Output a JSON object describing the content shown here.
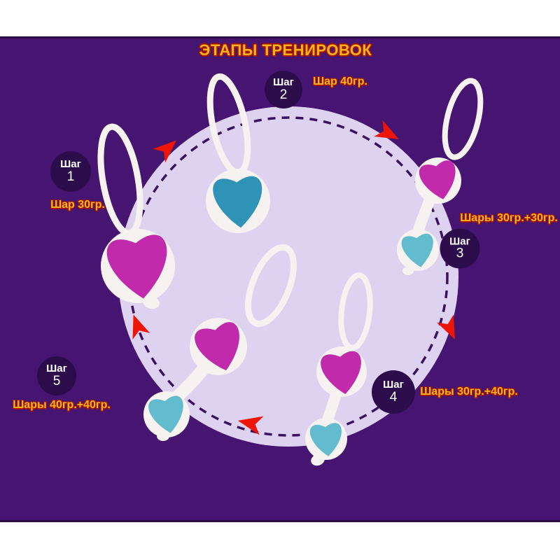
{
  "title": "ЭТАПЫ ТРЕНИРОВОК",
  "diagram": {
    "type": "cycle",
    "direction": "clockwise",
    "steps": [
      {
        "label": "Шаг",
        "number": "1",
        "weight": "Шар 30гр.",
        "balls": [
          "magenta"
        ]
      },
      {
        "label": "Шаг",
        "number": "2",
        "weight": "Шар 40гр.",
        "balls": [
          "teal"
        ]
      },
      {
        "label": "Шаг",
        "number": "3",
        "weight": "Шары 30гр.+30гр.",
        "balls": [
          "magenta",
          "teal"
        ]
      },
      {
        "label": "Шаг",
        "number": "4",
        "weight": "Шары 30гр.+40гр.",
        "balls": [
          "magenta",
          "teal"
        ]
      },
      {
        "label": "Шаг",
        "number": "5",
        "weight": "Шары 40гр.+40гр.",
        "balls": [
          "magenta",
          "teal"
        ]
      }
    ],
    "arrow_count": 5
  },
  "colors": {
    "page_bg": "#ffffff",
    "banner": "#451571",
    "banner_edge": "#2c0a44",
    "circle_fill": "#ddd2ef",
    "dash": "#3a1161",
    "badge_bg": "#2d0c4c",
    "badge_text": "#ffffff",
    "label_yellow": "#f4b51d",
    "label_outline": "#a31407",
    "arrow_red": "#ed1606",
    "magenta": "#c02aab",
    "teal_dark": "#2f93b8",
    "teal_light": "#62bcce",
    "device_white": "#f6f2f0"
  }
}
